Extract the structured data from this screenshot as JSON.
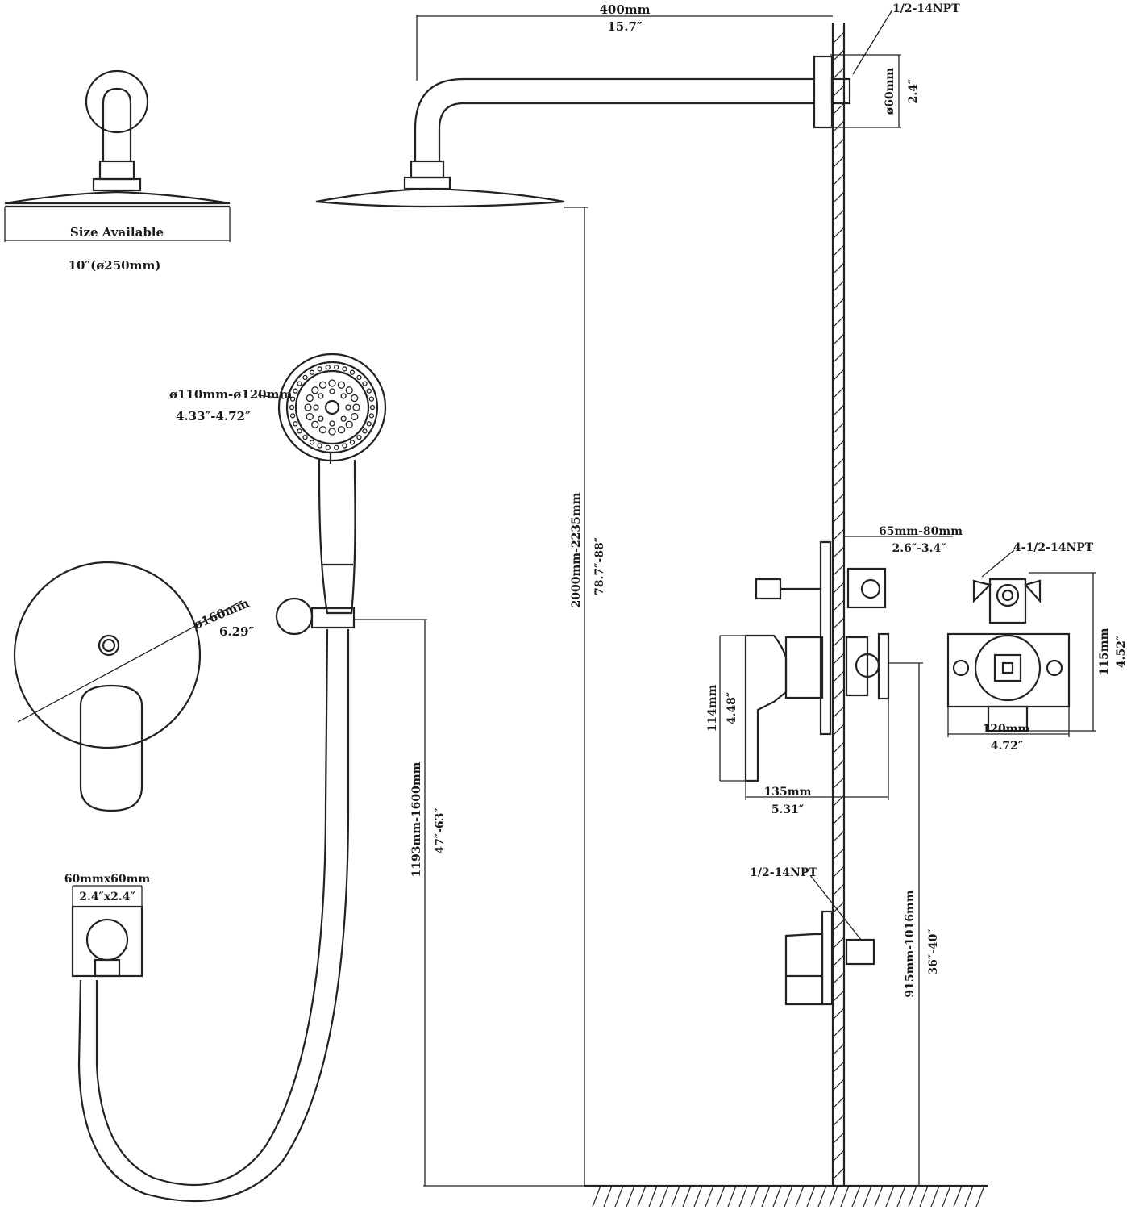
{
  "colors": {
    "line": "#222222",
    "background": "#ffffff"
  },
  "rain_head_top_view": {
    "caption": "Size Available",
    "size": "10″(ø250mm)"
  },
  "shower_arm": {
    "length_mm": "400mm",
    "length_in": "15.7″",
    "thread": "1/2-14NPT",
    "flange_mm": "ø60mm",
    "flange_in": "2.4″"
  },
  "hand_shower": {
    "dia_mm": "ø110mm-ø120mm",
    "dia_in": "4.33″-4.72″"
  },
  "trim_plate": {
    "dia_mm": "ø160mm",
    "dia_in": "6.29″"
  },
  "heights": {
    "rain_mm": "2000mm-2235mm",
    "rain_in": "78.7″-88″",
    "holder_mm": "1193mm-1600mm",
    "holder_in": "47″-63″",
    "valve_mm": "915mm-1016mm",
    "valve_in": "36″-40″"
  },
  "wall_outlet": {
    "size_mm": "60mmx60mm",
    "size_in": "2.4″x2.4″",
    "thread": "1/2-14NPT"
  },
  "valve_side": {
    "depth_mm": "65mm-80mm",
    "depth_in": "2.6″-3.4″",
    "handle_h_mm": "114mm",
    "handle_h_in": "4.48″",
    "proj_mm": "135mm",
    "proj_in": "5.31″"
  },
  "valve_body": {
    "thread": "4-1/2-14NPT",
    "height_mm": "115mm",
    "height_in": "4.52″",
    "width_mm": "120mm",
    "width_in": "4.72″"
  }
}
